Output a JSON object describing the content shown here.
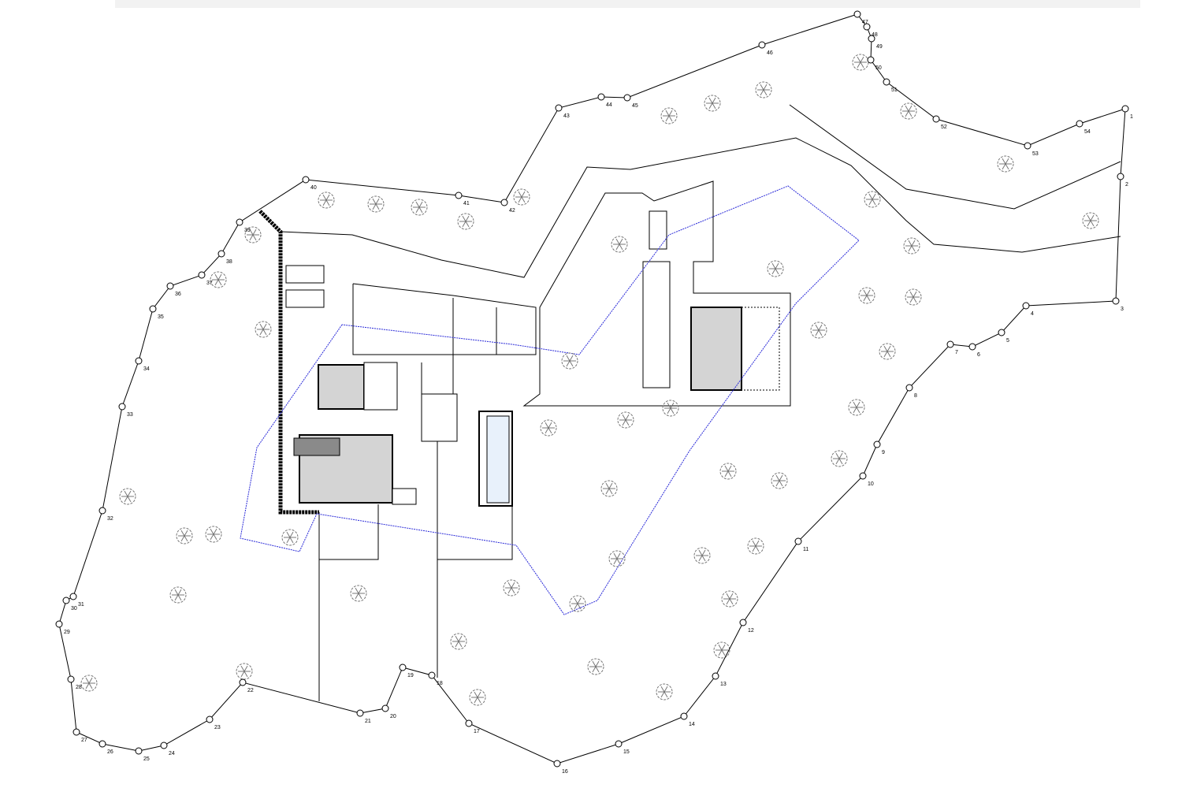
{
  "plan": {
    "boundary_point_labels": [
      "1",
      "2",
      "3",
      "4",
      "5",
      "6",
      "7",
      "8",
      "9",
      "10",
      "11",
      "12",
      "13",
      "14",
      "15",
      "16",
      "17",
      "18",
      "19",
      "20",
      "21",
      "22",
      "23",
      "24",
      "25",
      "26",
      "27",
      "28",
      "29",
      "30",
      "31",
      "32",
      "33",
      "34",
      "35",
      "36",
      "37",
      "38",
      "39",
      "40",
      "41",
      "42",
      "43",
      "44",
      "45",
      "46",
      "47",
      "48",
      "49",
      "50",
      "51",
      "52",
      "53",
      "54"
    ],
    "colors": {
      "line": "#000000",
      "setback": "#2a2ad8",
      "building_fill": "#d4d4d4",
      "pool_fill": "#e8f1fb",
      "paving": "#e6e6e6"
    }
  }
}
